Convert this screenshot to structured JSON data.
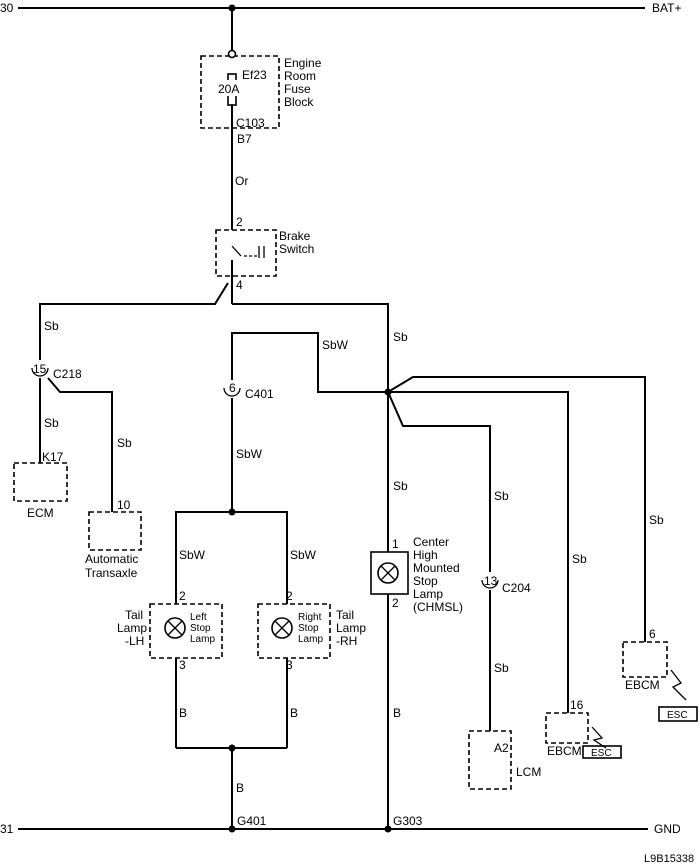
{
  "rails": {
    "top_left": "30",
    "top_right": "BAT+",
    "bottom_left": "31",
    "bottom_right": "GND"
  },
  "fuse_block": {
    "fuse_name": "Ef23",
    "fuse_rating": "20A",
    "label": [
      "Engine",
      "Room",
      "Fuse",
      "Block"
    ],
    "connector": "C103",
    "pin": "B7"
  },
  "brake_switch": {
    "label": [
      "Brake",
      "Switch"
    ],
    "pin_in": "2",
    "pin_out": "4"
  },
  "wire_colors": {
    "fuse_to_switch": "Or",
    "left_branch": "Sb",
    "c218_to_ecm": "Sb",
    "c218_to_transaxle": "Sb",
    "main_branch": "Sb",
    "sbw_branch": "SbW",
    "c401_down": "SbW",
    "left_tail_feed": "SbW",
    "right_tail_feed": "SbW",
    "chmsl_feed": "Sb",
    "chmsl_ground": "B",
    "lcm_feed_upper": "Sb",
    "lcm_feed_lower": "Sb",
    "ebcm16_feed": "Sb",
    "ebcm6_feed": "Sb",
    "left_tail_ground": "B",
    "right_tail_ground": "B",
    "tail_ground_common": "B"
  },
  "connectors": {
    "c218": {
      "name": "C218",
      "pin": "15"
    },
    "c401": {
      "name": "C401",
      "pin": "6"
    },
    "c204": {
      "name": "C204",
      "pin": "13"
    }
  },
  "modules": {
    "ecm": {
      "label": "ECM",
      "pin": "K17"
    },
    "transaxle": {
      "label": [
        "Automatic",
        "Transaxle"
      ],
      "pin": "10"
    },
    "lcm": {
      "label": "LCM",
      "pin": "A2"
    },
    "ebcm_16": {
      "label": "EBCM",
      "pin": "16",
      "variant": "ESC"
    },
    "ebcm_6": {
      "label": "EBCM",
      "pin": "6",
      "variant": "ESC"
    }
  },
  "lamps": {
    "left_stop": {
      "inner": [
        "Left",
        "Stop",
        "Lamp"
      ],
      "outer": [
        "Tail",
        "Lamp",
        "-LH"
      ],
      "pin_top": "2",
      "pin_bottom": "3"
    },
    "right_stop": {
      "inner": [
        "Right",
        "Stop",
        "Lamp"
      ],
      "outer": [
        "Tail",
        "Lamp",
        "-RH"
      ],
      "pin_top": "2",
      "pin_bottom": "3"
    },
    "chmsl": {
      "label": [
        "Center",
        "High",
        "Mounted",
        "Stop",
        "Lamp",
        "(CHMSL)"
      ],
      "pin_top": "1",
      "pin_bottom": "2"
    }
  },
  "grounds": {
    "g401": "G401",
    "g303": "G303"
  },
  "figure_id": "L9B15338"
}
